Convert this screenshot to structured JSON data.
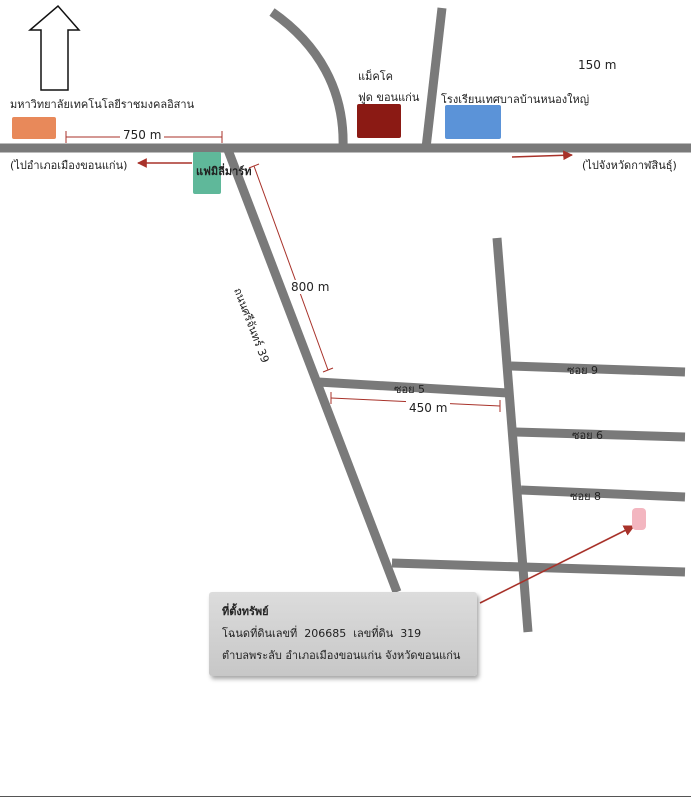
{
  "map": {
    "distances": {
      "top_right": "150 m",
      "main_road_segment": "750 m",
      "diagonal_road_segment": "800 m",
      "soi5_segment": "450 m"
    },
    "landmarks": {
      "university": "มหาวิทยาลัยเทคโนโลยีราชมงคลอิสาน",
      "makro_line1": "แม็คโค",
      "makro_line2": "ฟูด ขอนแก่น",
      "school": "โรงเรียนเทศบาลบ้านหนองใหญ่",
      "family_mart": "แฟมิลี่มาร์ท"
    },
    "directions": {
      "left": "(ไปอำเภอเมืองขอนแก่น)",
      "right": "(ไปจังหวัดกาฬสินธุ์)"
    },
    "roads": {
      "diagonal": "ถนนศรีจันทร์ 39",
      "soi5": "ซอย 5",
      "soi9": "ซอย 9",
      "soi6": "ซอย 6",
      "soi8": "ซอย 8"
    },
    "colors": {
      "road": "#7a7a7a",
      "university": "#e8895a",
      "makro": "#8b1a14",
      "school": "#5b93d8",
      "family_mart": "#5fb89a",
      "property": "#f3b6c0",
      "arrow": "#a8322a"
    }
  },
  "property": {
    "title": "ที่ตั้งทรัพย์",
    "deed_label": "โฉนดที่ดินเลขที่",
    "deed_no": "206685",
    "land_label": "เลขที่ดิน",
    "land_no": "319",
    "location": "ตำบลพระลับ อำเภอเมืองขอนแก่น จังหวัดขอนแก่น"
  }
}
